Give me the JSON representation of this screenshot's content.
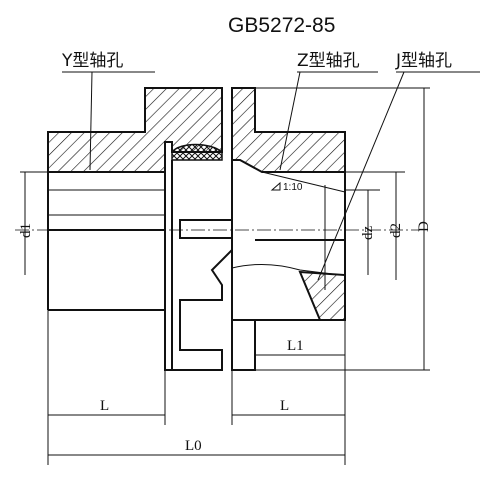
{
  "title": "GB5272-85",
  "bore_types": {
    "y": "Y型轴孔",
    "z": "Z型轴孔",
    "j": "J型轴孔"
  },
  "dimensions": {
    "d1": "d1",
    "dz": "dz",
    "d2": "d2",
    "D": "D",
    "L1": "L1",
    "L_left": "L",
    "L_right": "L",
    "L0": "L0",
    "taper": "1:10"
  }
}
